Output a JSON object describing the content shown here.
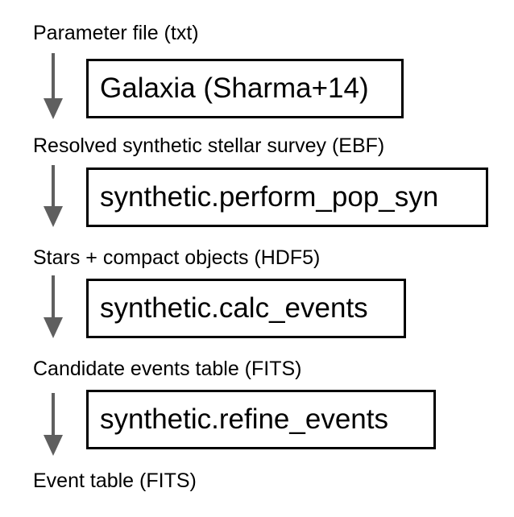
{
  "labels": [
    "Parameter file (txt)",
    "Resolved synthetic stellar survey (EBF)",
    "Stars + compact objects (HDF5)",
    "Candidate events table (FITS)",
    "Event table (FITS)"
  ],
  "boxes": [
    "Galaxia (Sharma+14)",
    "synthetic.perform_pop_syn",
    "synthetic.calc_events",
    "synthetic.refine_events"
  ],
  "colors": {
    "arrow": "#5f5f5f",
    "box_border": "#000000",
    "text": "#000000"
  }
}
